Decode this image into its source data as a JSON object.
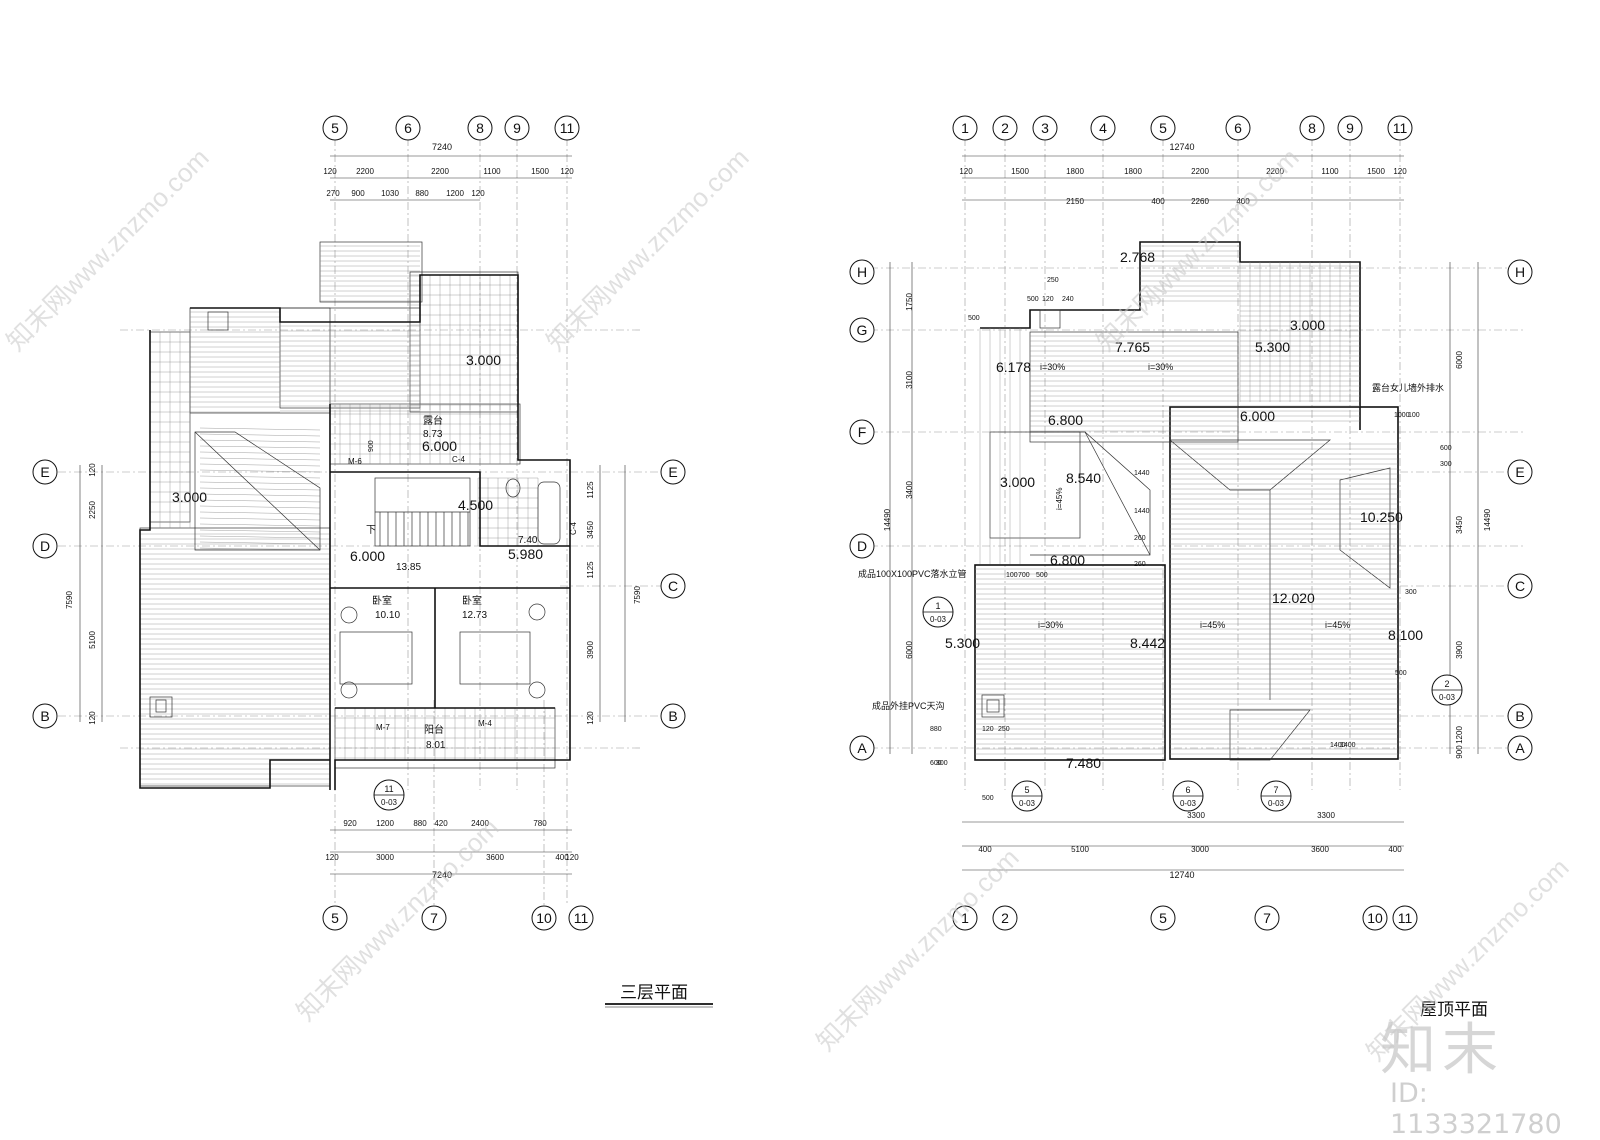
{
  "left_plan": {
    "title": "三层平面",
    "grid_top": [
      "5",
      "6",
      "8",
      "9",
      "11"
    ],
    "grid_bottom": [
      "5",
      "7",
      "10",
      "11"
    ],
    "grid_left": [
      "E",
      "D",
      "B"
    ],
    "grid_right": [
      "E",
      "C",
      "B"
    ],
    "dims_top_total": "7240",
    "dims_top_row1": [
      "120",
      "2200",
      "2200",
      "1100",
      "1500",
      "120"
    ],
    "dims_top_row2": [
      "270",
      "900",
      "1030",
      "880",
      "1200",
      "120"
    ],
    "dims_bottom_row1": [
      "920",
      "1200",
      "880",
      "420",
      "2400",
      "780"
    ],
    "dims_bottom_row2": [
      "120",
      "3000",
      "3600",
      "400",
      "120"
    ],
    "dims_bottom_total": "7240",
    "dims_left_total": "7590",
    "dims_left": [
      "120",
      "2250",
      "5100",
      "120"
    ],
    "dims_right": [
      "1125",
      "3450",
      "1125",
      "3900",
      "120"
    ],
    "dims_right_total": "7590",
    "labels": {
      "terrace": "露台",
      "terrace_area": "8.73",
      "elev_6000_top": "6.000",
      "elev_3000_right": "3.000",
      "elev_3000_left": "3.000",
      "elev_4500": "4.500",
      "elev_6000": "6.000",
      "area_13_85": "13.85",
      "area_7_40": "7.40",
      "elev_5980": "5.980",
      "down": "下",
      "bedroom1": "卧室",
      "bedroom1_area": "10.10",
      "bedroom2": "卧室",
      "bedroom2_area": "12.73",
      "balcony": "阳台",
      "balcony_area": "8.01",
      "m6": "M-6",
      "c4": "C-4",
      "c4b": "C-4",
      "m7": "M-7",
      "m4": "M-4",
      "dim_900": "900",
      "ref_num": "11",
      "ref_sheet": "0-03"
    }
  },
  "right_plan": {
    "title": "屋顶平面",
    "grid_top": [
      "1",
      "2",
      "3",
      "4",
      "5",
      "6",
      "8",
      "9",
      "11"
    ],
    "grid_bottom": [
      "1",
      "2",
      "5",
      "7",
      "10",
      "11"
    ],
    "grid_left": [
      "H",
      "G",
      "F",
      "D",
      "A"
    ],
    "grid_right": [
      "H",
      "E",
      "C",
      "B",
      "A"
    ],
    "dims_top_total": "12740",
    "dims_top_row1": [
      "120",
      "1500",
      "1800",
      "1800",
      "2200",
      "2200",
      "1100",
      "1500",
      "120"
    ],
    "dims_top_row2": [
      "2150",
      "400",
      "2260",
      "400"
    ],
    "dims_bottom_row1": [
      "3300",
      "3300"
    ],
    "dims_bottom_row2": [
      "400",
      "5100",
      "3000",
      "3600",
      "400"
    ],
    "dims_bottom_total": "12740",
    "dims_left": [
      "1750",
      "3100",
      "3400",
      "6000"
    ],
    "dims_left_total": "14490",
    "dims_right": [
      "6000",
      "3450",
      "3900",
      "1200",
      "900"
    ],
    "dims_right_total": "14490",
    "labels": {
      "e2768": "2.768",
      "e7765": "7.765",
      "e6178": "6.178",
      "e5300_top": "5.300",
      "e3000_top": "3.000",
      "e6800_a": "6.800",
      "e6000": "6.000",
      "e8540": "8.540",
      "e3000_left": "3.000",
      "e6800_b": "6.800",
      "e10250": "10.250",
      "e12020": "12.020",
      "e5300": "5.300",
      "e8442": "8.442",
      "e8100": "8.100",
      "e7480": "7.480",
      "slope30a": "i=30%",
      "slope30b": "i=30%",
      "slope30c": "i=30%",
      "slope45a": "i=45%",
      "slope45b": "i=45%",
      "slope45c": "i=45%",
      "note_drain": "露台女儿墙外排水",
      "note_pipe": "成品100X100PVC落水立管",
      "note_gutter": "成品外挂PVC天沟",
      "dims_small": [
        "500",
        "250",
        "120",
        "240",
        "500",
        "1000",
        "100",
        "600",
        "300",
        "500",
        "700",
        "100",
        "260",
        "1440",
        "1440",
        "260",
        "300",
        "500",
        "880",
        "120",
        "250",
        "600",
        "300",
        "500",
        "1400",
        "1400"
      ],
      "ref1": "1",
      "ref2": "2",
      "ref5": "5",
      "ref6": "6",
      "ref7": "7",
      "ref_sheet": "0-03"
    }
  },
  "watermark": {
    "site": "知末网www.znzmo.com",
    "logo": "知末",
    "id_text": "ID: 1133321780"
  }
}
